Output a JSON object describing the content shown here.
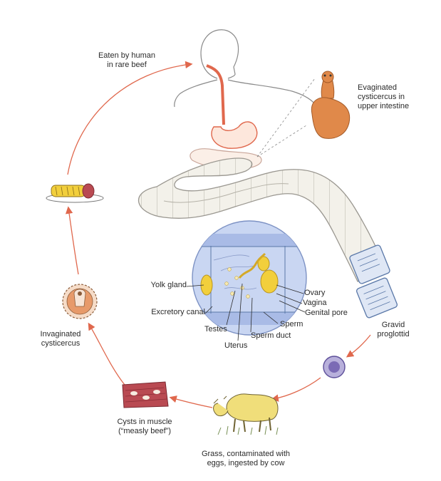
{
  "labels": {
    "eaten": [
      "Eaten by human",
      "in rare beef"
    ],
    "evaginated": [
      "Evaginated",
      "cysticercus in",
      "upper intestine"
    ],
    "yolk_gland": "Yolk gland",
    "excretory_canal": "Excretory canal",
    "testes": "Testes",
    "uterus": "Uterus",
    "sperm_duct": "Sperm duct",
    "ovary": "Ovary",
    "vagina": "Vagina",
    "genital_pore": "Genital pore",
    "sperm": "Sperm",
    "gravid": [
      "Gravid",
      "proglottid"
    ],
    "invaginated": [
      "Invaginated",
      "cysticercus"
    ],
    "cysts": [
      "Cysts in muscle",
      "(“measly beef”)"
    ],
    "grass": [
      "Grass, contaminated with",
      "eggs, ingested by cow"
    ]
  },
  "colors": {
    "arrow": "#e0684d",
    "body_outline": "#8a8a8a",
    "digestive_tract": "#e0684d",
    "worm_fill": "#f3f1ea",
    "section_fill": "#c9d6f2",
    "organ_yellow": "#f2cf3c",
    "cyst_orange": "#e0894a",
    "egg_purple": "#7b6bb5",
    "cow_yellow": "#f0de7a",
    "muscle_red": "#b94a52"
  }
}
